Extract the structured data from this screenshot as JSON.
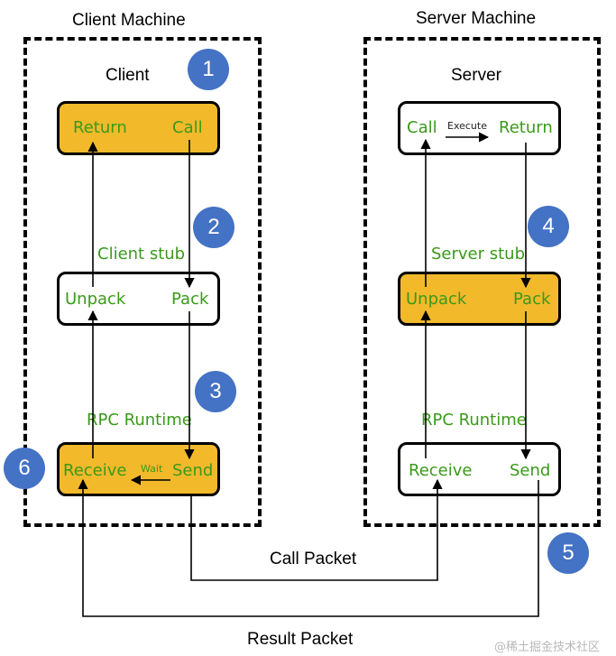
{
  "titles": {
    "client_machine": "Client Machine",
    "server_machine": "Server Machine",
    "client": "Client",
    "server": "Server"
  },
  "client": {
    "return": "Return",
    "call": "Call",
    "stub_label": "Client stub",
    "unpack": "Unpack",
    "pack": "Pack",
    "runtime_label": "RPC Runtime",
    "receive": "Receive",
    "wait": "Wait",
    "send": "Send"
  },
  "server": {
    "call": "Call",
    "execute": "Execute",
    "return": "Return",
    "stub_label": "Server stub",
    "unpack": "Unpack",
    "pack": "Pack",
    "runtime_label": "RPC Runtime",
    "receive": "Receive",
    "send": "Send"
  },
  "packets": {
    "call_packet": "Call Packet",
    "result_packet": "Result Packet"
  },
  "steps": [
    "1",
    "2",
    "3",
    "4",
    "5",
    "6"
  ],
  "watermark": "@稀土掘金技术社区",
  "colors": {
    "highlight": "#f2b92b",
    "label_green": "#3a9a1a",
    "step_circle": "#4472c4"
  }
}
